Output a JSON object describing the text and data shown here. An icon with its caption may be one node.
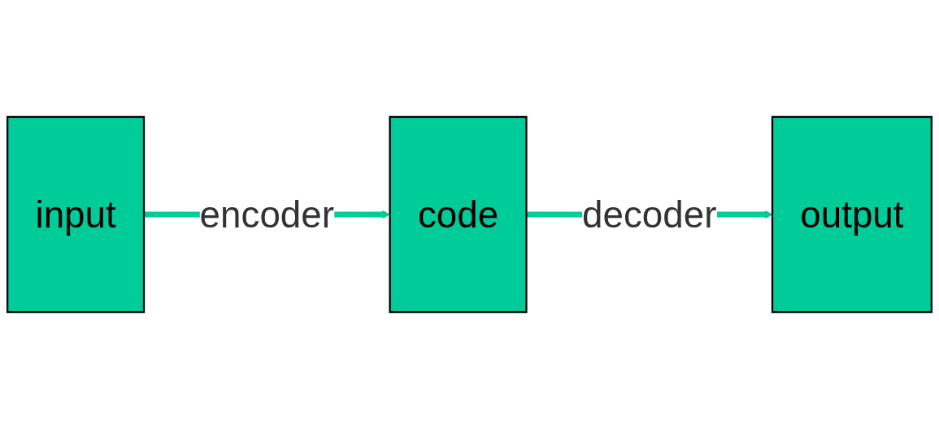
{
  "diagram": {
    "nodes": [
      {
        "text": [
          "input"
        ]
      },
      {
        "text": [
          "code"
        ]
      },
      {
        "text": [
          "output"
        ]
      }
    ],
    "edges": [
      {
        "from": 0,
        "to": 1,
        "arrow": "to",
        "label": "encoder"
      },
      {
        "from": 1,
        "to": 2,
        "arrow": "to",
        "label": "decoder"
      }
    ]
  }
}
